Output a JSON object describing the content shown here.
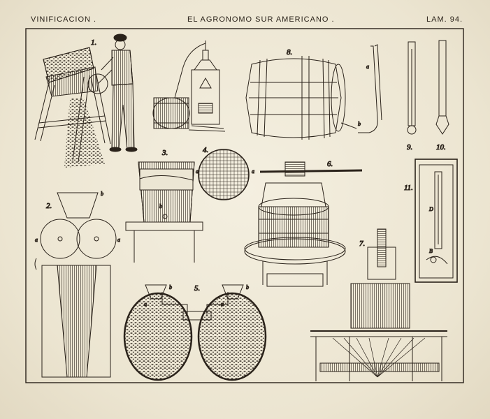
{
  "header": {
    "left": "VINIFICACION .",
    "center": "EL AGRONOMO SUR AMERICANO .",
    "right": "LAM. 94."
  },
  "figures": {
    "n1": "1.",
    "n2": "2.",
    "n3": "3.",
    "n4": "4.",
    "n5": "5.",
    "n6": "6.",
    "n7": "7.",
    "n8": "8.",
    "n9": "9.",
    "n10": "10.",
    "n11": "11."
  },
  "letters": {
    "a": "a",
    "b": "b",
    "B": "B",
    "D": "D"
  },
  "colors": {
    "paper": "#ece6d4",
    "ink": "#2a221a"
  }
}
